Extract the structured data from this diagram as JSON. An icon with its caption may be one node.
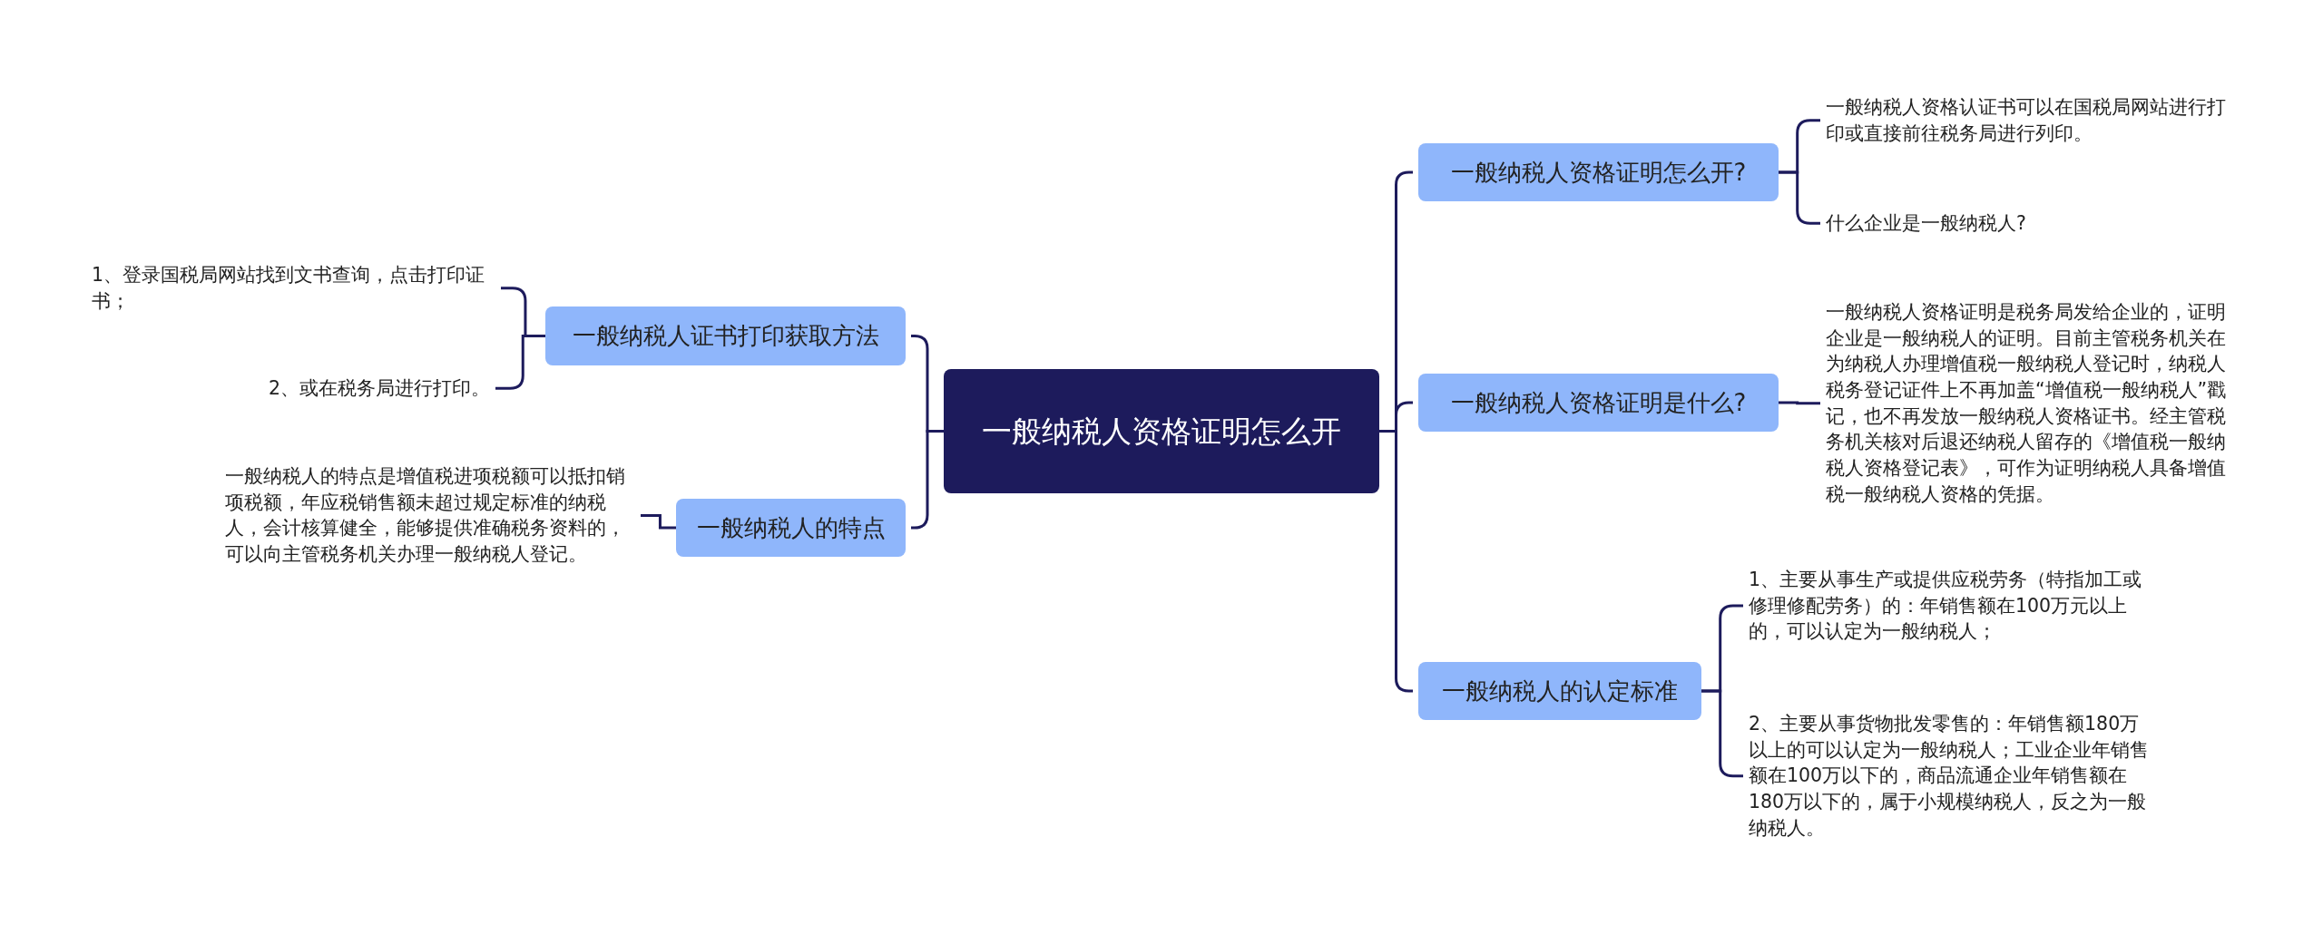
{
  "diagram": {
    "nodes": [
      {
        "text": [
          "一般纳税人资格证明怎么开"
        ]
      },
      {
        "text": [
          "一般纳税人资格证明怎么开?"
        ]
      },
      {
        "text": [
          "一般纳税人资格证明是什么?"
        ]
      },
      {
        "text": [
          "一般纳税人的认定标准"
        ]
      },
      {
        "text": [
          "一般纳税人证书打印获取方法"
        ]
      },
      {
        "text": [
          "一般纳税人的特点"
        ]
      },
      {
        "text": [
          "一般纳税人资格认证书可以在国税局网站进行打印或直接前往税务局进行列印。"
        ]
      },
      {
        "text": [
          "什么企业是一般纳税人?"
        ]
      },
      {
        "text": [
          "一般纳税人资格证明是税务局发给企业的，证明企业是一般纳税人的证明。目前主管税务机关在为纳税人办理增值税一般纳税人登记时，纳税人税务登记证件上不再加盖“增值税一般纳税人”戳记，也不再发放一般纳税人资格证书。经主管税务机关核对后退还纳税人留存的《增值税一般纳税人资格登记表》，可作为证明纳税人具备增值税一般纳税人资格的凭据。"
        ]
      },
      {
        "text": [
          "1、主要从事生产或提供应税劳务（特指加工或修理修配劳务）的：年销售额在100万元以上的，可以认定为一般纳税人；"
        ]
      },
      {
        "text": [
          "2、主要从事货物批发零售的：年销售额180万以上的可以认定为一般纳税人；工业企业年销售额在100万以下的，商品流通企业年销售额在180万以下的，属于小规模纳税人，反之为一般纳税人。"
        ]
      },
      {
        "text": [
          "1、登录国税局网站找到文书查询，点击打印证书；"
        ]
      },
      {
        "text": [
          "2、或在税务局进行打印。"
        ]
      },
      {
        "text": [
          "一般纳税人的特点是增值税进项税额可以抵扣销项税额，年应税销售额未超过规定标准的纳税人，会计核算健全，能够提供准确税务资料的，可以向主管税务机关办理一般纳税人登记。"
        ]
      }
    ],
    "edges": [
      {
        "from": 0,
        "to": 1,
        "arrow": "none"
      },
      {
        "from": 0,
        "to": 2,
        "arrow": "none"
      },
      {
        "from": 0,
        "to": 3,
        "arrow": "none"
      },
      {
        "from": 0,
        "to": 4,
        "arrow": "none"
      },
      {
        "from": 0,
        "to": 5,
        "arrow": "none"
      },
      {
        "from": 1,
        "to": 6,
        "arrow": "none"
      },
      {
        "from": 1,
        "to": 7,
        "arrow": "none"
      },
      {
        "from": 2,
        "to": 8,
        "arrow": "none"
      },
      {
        "from": 3,
        "to": 9,
        "arrow": "none"
      },
      {
        "from": 3,
        "to": 10,
        "arrow": "none"
      },
      {
        "from": 4,
        "to": 11,
        "arrow": "none"
      },
      {
        "from": 4,
        "to": 12,
        "arrow": "none"
      },
      {
        "from": 5,
        "to": 13,
        "arrow": "none"
      }
    ]
  }
}
